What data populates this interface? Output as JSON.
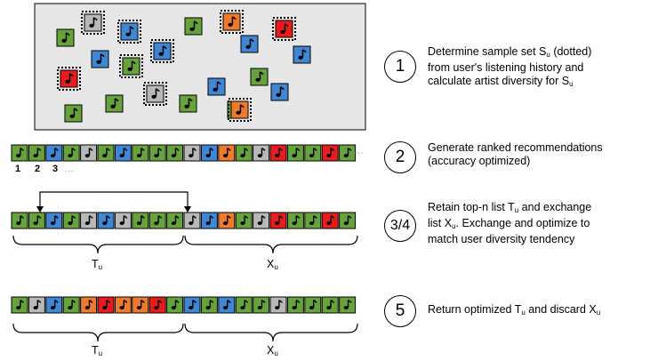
{
  "colors": {
    "green": "#66a33a",
    "blue": "#3f86d4",
    "gray": "#b8b8b8",
    "orange": "#ef7a2c",
    "red": "#e81c1c",
    "panel": "#e6e6e6",
    "note": "#000000"
  },
  "icon": "music-note-icon",
  "history_tiles": [
    "gray",
    "orange",
    "red",
    "green",
    "blue",
    "green",
    "blue",
    "blue",
    "blue",
    "green",
    "red",
    "green",
    "blue",
    "blue",
    "green",
    "green",
    "gray",
    "blue",
    "green",
    "green",
    "orange"
  ],
  "history_dotted": [
    true,
    true,
    true,
    false,
    true,
    false,
    false,
    false,
    true,
    true,
    true,
    false,
    false,
    false,
    false,
    false,
    true,
    false,
    false,
    false,
    true
  ],
  "rows": {
    "ranked": [
      "green",
      "green",
      "blue",
      "green",
      "gray",
      "green",
      "blue",
      "green",
      "green",
      "green",
      "gray",
      "blue",
      "orange",
      "green",
      "gray",
      "red",
      "green",
      "green",
      "red",
      "green"
    ],
    "exchange": [
      "green",
      "green",
      "blue",
      "green",
      "gray",
      "blue",
      "gray",
      "green",
      "green",
      "green",
      "gray",
      "blue",
      "orange",
      "green",
      "gray",
      "red",
      "green",
      "green",
      "red",
      "green"
    ],
    "optimized": [
      "green",
      "gray",
      "blue",
      "green",
      "orange",
      "red",
      "orange",
      "orange",
      "red",
      "green",
      "blue",
      "green",
      "blue",
      "green",
      "green",
      "gray",
      "green",
      "green",
      "green",
      "green"
    ]
  },
  "row_labels": {
    "positions": [
      "1",
      "2",
      "3"
    ],
    "ellipsis_ranked": "…",
    "ellipsis_positions": "…",
    "t_main": "T",
    "t_sub": "u",
    "x_main": "X",
    "x_sub": "u"
  },
  "steps": [
    {
      "number": "1",
      "lines": [
        "Determine sample set S|u| (dotted)",
        "from user's listening history and",
        "calculate artist diversity for S|u|"
      ]
    },
    {
      "number": "2",
      "lines": [
        "Generate ranked recommendations",
        "(accuracy optimized)"
      ]
    },
    {
      "number": "3/4",
      "lines": [
        "Retain top-n list T|u| and exchange",
        "list X|u|. Exchange and optimize to",
        "match user diversity tendency"
      ]
    },
    {
      "number": "5",
      "lines": [
        "Return optimized T|u| and discard X|u|"
      ]
    }
  ]
}
